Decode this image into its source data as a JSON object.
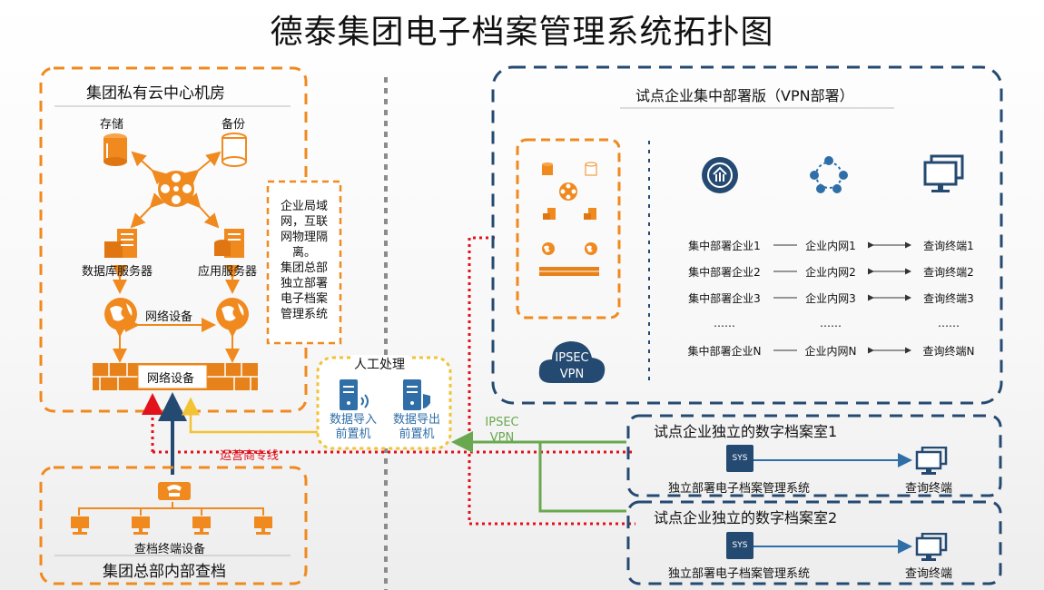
{
  "title": "德泰集团电子档案管理系统拓扑图",
  "colors": {
    "orange": "#f08a1e",
    "navy": "#254a72",
    "red": "#e3111b",
    "yellow": "#f2c335",
    "green": "#6aa84f",
    "gray": "#8c8c8c",
    "blue": "#2f6ea7"
  },
  "left_box": {
    "title": "集团私有云中心机房",
    "storage": "存储",
    "backup": "备份",
    "db_server": "数据库服务器",
    "app_server": "应用服务器",
    "network_mid": "网络设备",
    "firewall_label": "网络设备",
    "note_lines": [
      "企业局域",
      "网，互联",
      "网物理隔",
      "离。",
      "集团总部",
      "独立部署",
      "电子档案",
      "管理系统"
    ]
  },
  "manual": {
    "title": "人工处理",
    "import_l1": "数据导入",
    "import_l2": "前置机",
    "export_l1": "数据导出",
    "export_l2": "前置机"
  },
  "carrier_line": "运营商专线",
  "ipsec_vpn_l1": "IPSEC",
  "ipsec_vpn_l2": "VPN",
  "cloud_l1": "IPSEC",
  "cloud_l2": "VPN",
  "bottom_left": {
    "terminals": "查档终端设备",
    "title": "集团总部内部查档"
  },
  "right_top": {
    "title": "试点企业集中部署版（VPN部署）",
    "rows": [
      {
        "a": "集中部署企业1",
        "b": "企业内网1",
        "c": "查询终端1"
      },
      {
        "a": "集中部署企业2",
        "b": "企业内网2",
        "c": "查询终端2"
      },
      {
        "a": "集中部署企业3",
        "b": "企业内网3",
        "c": "查询终端3"
      },
      {
        "a": "……",
        "b": "……",
        "c": "……"
      },
      {
        "a": "集中部署企业N",
        "b": "企业内网N",
        "c": "查询终端N"
      }
    ]
  },
  "room1": {
    "title": "试点企业独立的数字档案室1",
    "system": "独立部署电子档案管理系统",
    "terminal": "查询终端"
  },
  "room2": {
    "title": "试点企业独立的数字档案室2",
    "system": "独立部署电子档案管理系统",
    "terminal": "查询终端"
  },
  "sys_badge": "SYS"
}
